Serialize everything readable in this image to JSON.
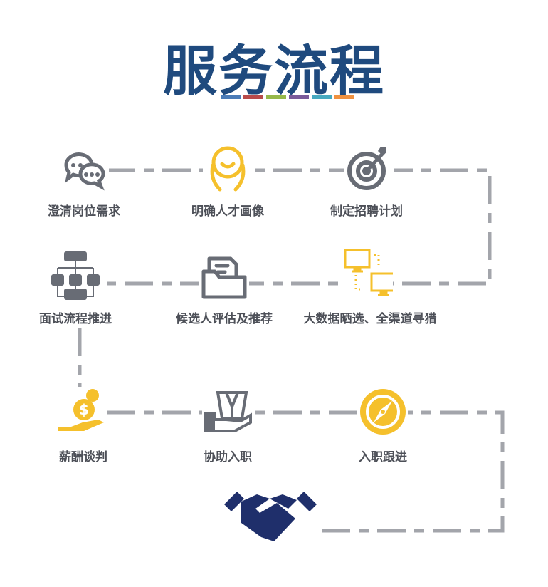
{
  "title": "服务流程",
  "colors": {
    "title": "#1f4a7e",
    "line": "#a3a5ab",
    "icon_gray": "#686c75",
    "icon_yellow": "#f5c02c",
    "handshake": "#1f2f6b",
    "bars": [
      "#4a7bb7",
      "#b84a4a",
      "#96b84a",
      "#7a5a9a",
      "#46a9c0",
      "#ef9140"
    ]
  },
  "steps": [
    {
      "label": "澄清岗位需求",
      "icon": "chat-bubbles-icon"
    },
    {
      "label": "明确人才画像",
      "icon": "person-portrait-icon"
    },
    {
      "label": "制定招聘计划",
      "icon": "target-icon"
    },
    {
      "label": "面试流程推进",
      "icon": "flowchart-icon"
    },
    {
      "label": "候选人评估及推荐",
      "icon": "folder-document-icon"
    },
    {
      "label": "大数据晒选、全渠道寻猎",
      "icon": "connected-monitors-icon"
    },
    {
      "label": "薪酬谈判",
      "icon": "coin-hand-icon"
    },
    {
      "label": "协助入职",
      "icon": "package-hand-icon"
    },
    {
      "label": "入职跟进",
      "icon": "compass-icon"
    }
  ],
  "final_icon": "handshake-icon"
}
